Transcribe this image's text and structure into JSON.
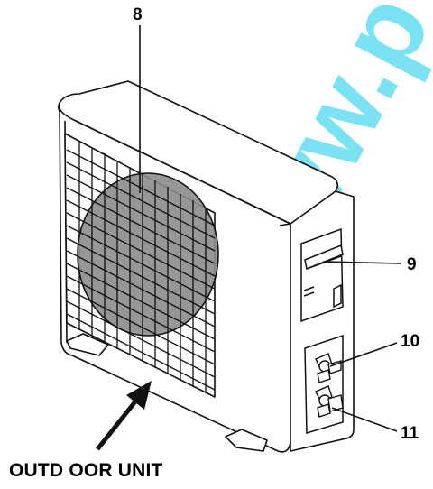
{
  "title": "",
  "caption": "OUTD OOR UNIT",
  "callouts": {
    "fan_grille": "8",
    "handle": "9",
    "valve_upper": "10",
    "valve_lower": "11"
  },
  "watermark_text": "www.p",
  "colors": {
    "line": "#111111",
    "fan_fill": "#8c8c8c",
    "background": "#ffffff",
    "watermark": "#00c8e8"
  }
}
